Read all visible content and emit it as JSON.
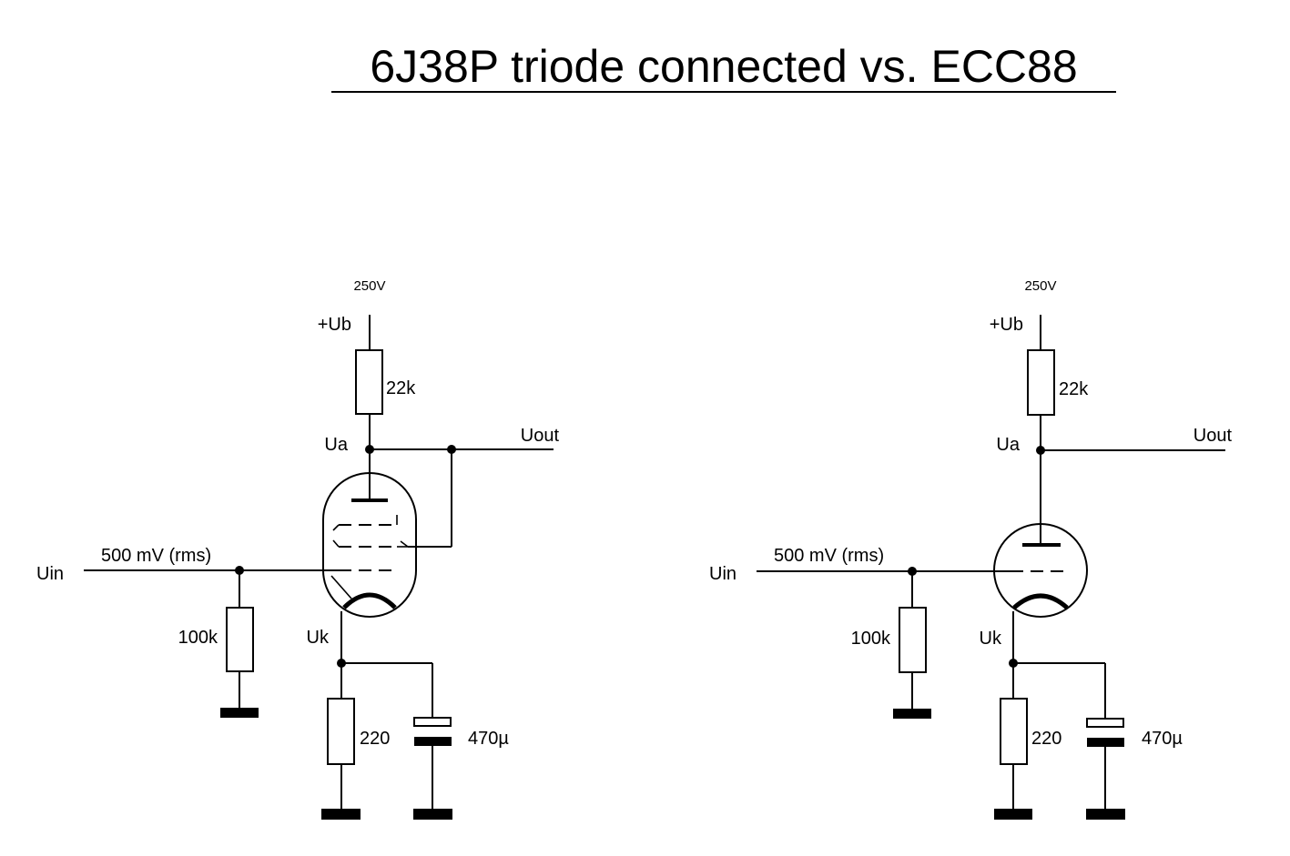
{
  "title": "6J38P triode connected vs. ECC88",
  "left_circuit": {
    "supply_voltage": "250V",
    "supply_label": "+Ub",
    "anode_resistor": "22k",
    "anode_node": "Ua",
    "output_label": "Uout",
    "input_label": "Uin",
    "input_signal": "500 mV (rms)",
    "grid_resistor": "100k",
    "cathode_node": "Uk",
    "cathode_resistor": "220",
    "cathode_capacitor": "470µ"
  },
  "right_circuit": {
    "supply_voltage": "250V",
    "supply_label": "+Ub",
    "anode_resistor": "22k",
    "anode_node": "Ua",
    "output_label": "Uout",
    "input_label": "Uin",
    "input_signal": "500 mV (rms)",
    "grid_resistor": "100k",
    "cathode_node": "Uk",
    "cathode_resistor": "220",
    "cathode_capacitor": "470µ"
  }
}
